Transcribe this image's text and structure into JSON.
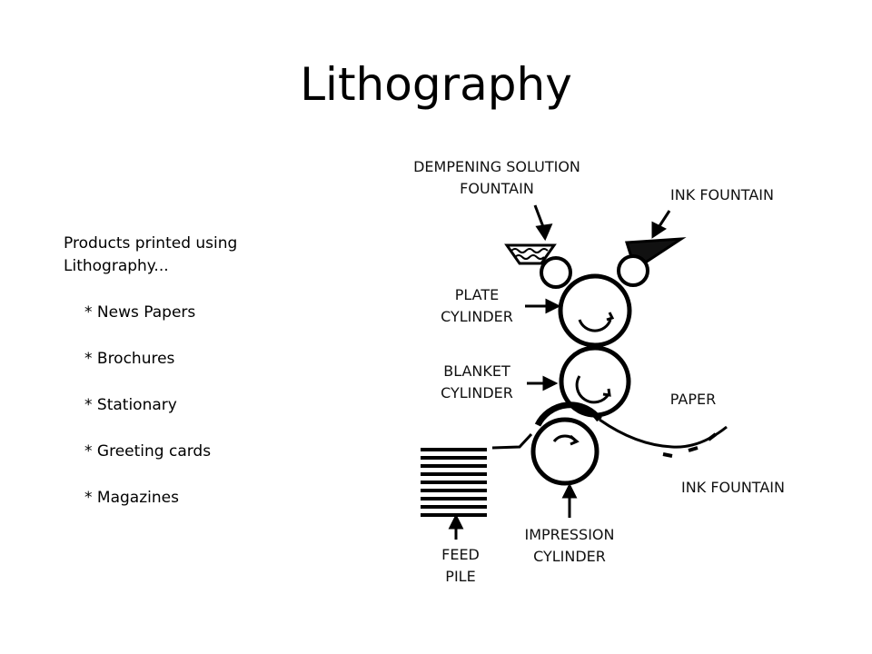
{
  "slide": {
    "title": "Lithography",
    "intro": "Products printed using Lithography...",
    "products": [
      "* News Papers",
      "* Brochures",
      "* Stationary",
      "* Greeting cards",
      "* Magazines"
    ]
  },
  "diagram": {
    "labels": {
      "dampening": "DEMPENING SOLUTION\nFOUNTAIN",
      "ink_top": "INK FOUNTAIN",
      "plate": "PLATE\nCYLINDER",
      "blanket": "BLANKET\nCYLINDER",
      "paper": "PAPER",
      "ink_bottom": "INK FOUNTAIN",
      "impression": "IMPRESSION\nCYLINDER",
      "feed": "FEED\nPILE"
    }
  }
}
